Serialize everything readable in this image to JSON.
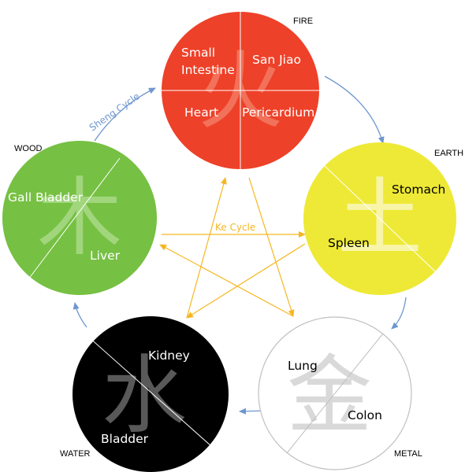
{
  "colors": {
    "fire": "#EE4129",
    "earth": "#EEE936",
    "metal": "#FFFFFF",
    "water": "#000000",
    "wood": "#76C043",
    "metal_outline": "#BFBFBF",
    "sheng_arrow": "#6E96CE",
    "ke_arrow": "#F5B720"
  },
  "cycles": {
    "sheng": "Sheng Cycle",
    "ke": "Ke Cycle"
  },
  "elements": {
    "fire": {
      "label": "FIRE",
      "glyph": "火",
      "organs": [
        "Small",
        "Intestine",
        "San Jiao",
        "Heart",
        "Pericardium"
      ]
    },
    "earth": {
      "label": "EARTH",
      "glyph": "土",
      "organs": [
        "Stomach",
        "Spleen"
      ]
    },
    "metal": {
      "label": "METAL",
      "glyph": "金",
      "organs": [
        "Lung",
        "Colon"
      ]
    },
    "water": {
      "label": "WATER",
      "glyph": "水",
      "organs": [
        "Kidney",
        "Bladder"
      ]
    },
    "wood": {
      "label": "WOOD",
      "glyph": "木",
      "organs": [
        "Gall Bladder",
        "Liver"
      ]
    }
  }
}
